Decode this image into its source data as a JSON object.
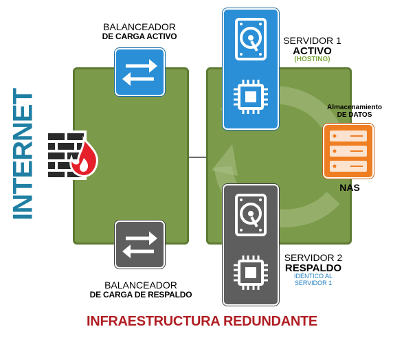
{
  "internet_label": "INTERNET",
  "lb_active": {
    "line1": "BALANCEADOR",
    "line2": "DE CARGA ACTIVO"
  },
  "lb_backup": {
    "line1": "BALANCEADOR",
    "line2": "DE CARGA DE RESPALDO"
  },
  "server1": {
    "name": "SERVIDOR 1",
    "status": "ACTIVO",
    "note": "(HOSTING)"
  },
  "server2": {
    "name": "SERVIDOR 2",
    "status": "RESPALDO",
    "note_line1": "IDÉNTICO AL",
    "note_line2": "SERVIDOR 1"
  },
  "storage": {
    "line1": "Almacenamiento",
    "line2": "DE DATOS",
    "name": "NAS"
  },
  "footer": "INFRAESTRUCTURA REDUNDANTE",
  "colors": {
    "internet": "#1f7fa3",
    "panel": "#7c9b4a",
    "panel_border": "#5d7a33",
    "active_blue": "#2a8fd6",
    "backup_grey": "#5e5e5e",
    "nas_orange": "#ef7d22",
    "hosting_green": "#7fa93f",
    "identical_blue": "#1f7fc1",
    "footer_red": "#b01e23",
    "fire_red": "#e5202a"
  }
}
